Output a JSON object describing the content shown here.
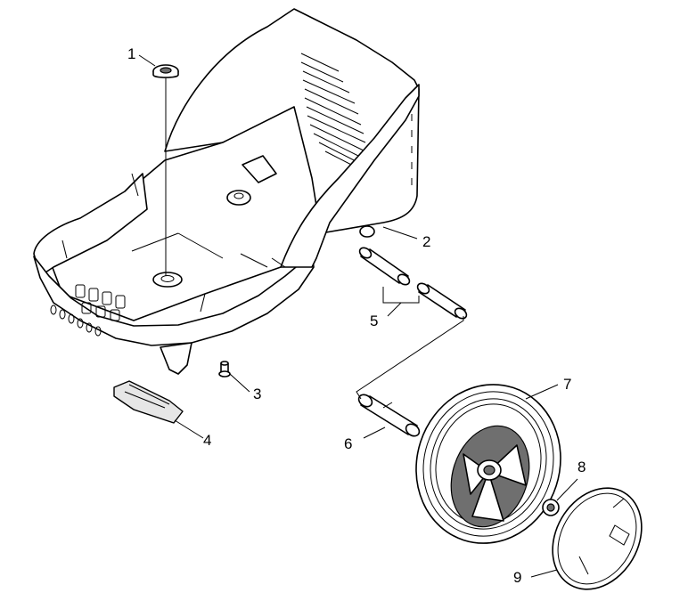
{
  "callouts": [
    {
      "id": "1",
      "text": "1"
    },
    {
      "id": "2",
      "text": "2"
    },
    {
      "id": "3",
      "text": "3"
    },
    {
      "id": "4",
      "text": "4"
    },
    {
      "id": "5",
      "text": "5"
    },
    {
      "id": "6",
      "text": "6"
    },
    {
      "id": "7",
      "text": "7"
    },
    {
      "id": "8",
      "text": "8"
    },
    {
      "id": "9",
      "text": "9"
    }
  ],
  "parts": [
    {
      "callout": "1",
      "icon": "grommet-icon"
    },
    {
      "callout": "2",
      "icon": "housing-base-icon"
    },
    {
      "callout": "3",
      "icon": "screw-icon"
    },
    {
      "callout": "4",
      "icon": "foot-pad-icon"
    },
    {
      "callout": "5",
      "icon": "axle-sleeve-icon"
    },
    {
      "callout": "6",
      "icon": "axle-icon"
    },
    {
      "callout": "7",
      "icon": "wheel-icon"
    },
    {
      "callout": "8",
      "icon": "retaining-washer-icon"
    },
    {
      "callout": "9",
      "icon": "hub-cap-icon"
    }
  ]
}
